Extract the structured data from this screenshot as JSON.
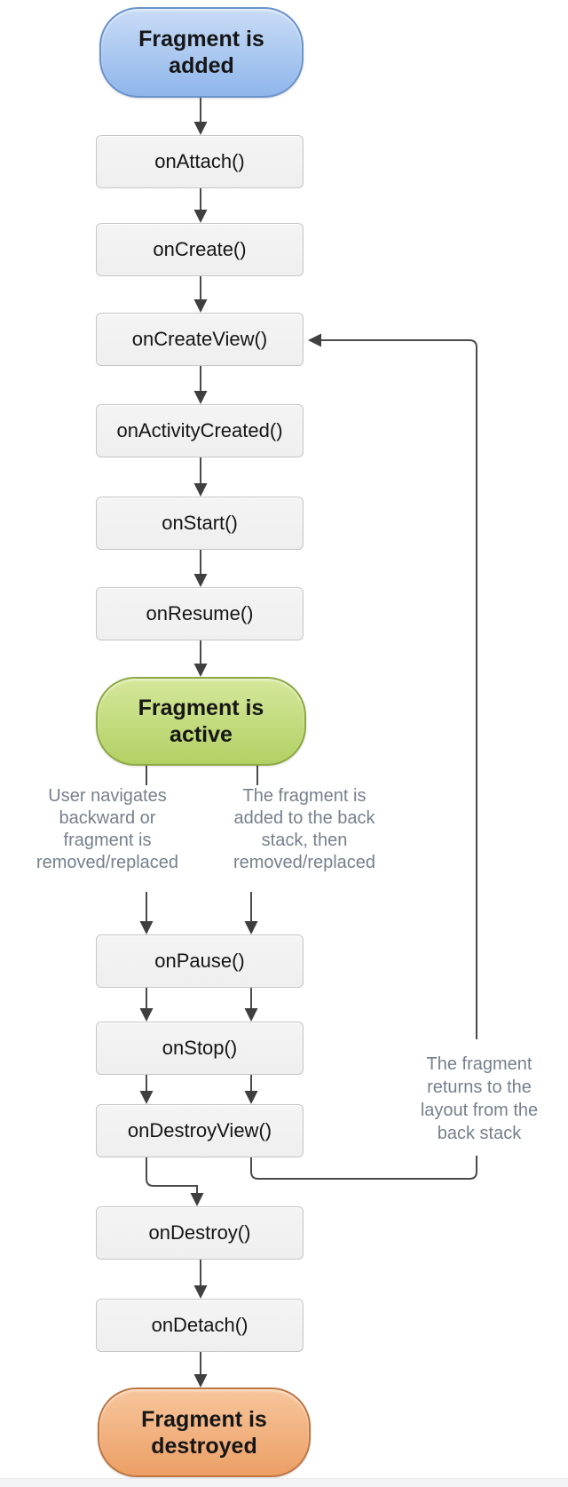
{
  "colors": {
    "line": "#4a4a4a",
    "box_fill": "#f1f1f1",
    "box_border": "#c6c6c6",
    "note_text": "#75808c",
    "added_pill": {
      "fill_top": "#c9dcf6",
      "fill_bottom": "#8fb6eb",
      "border": "#6a92cc"
    },
    "active_pill": {
      "fill_top": "#d5e79b",
      "fill_bottom": "#b2d164",
      "border": "#8da743"
    },
    "destroyed_pill": {
      "fill_top": "#f7c69c",
      "fill_bottom": "#ec9f66",
      "border": "#bd7543"
    }
  },
  "terminals": {
    "added": {
      "label": "Fragment is\nadded"
    },
    "active": {
      "label": "Fragment is\nactive"
    },
    "destroyed": {
      "label": "Fragment is\ndestroyed"
    }
  },
  "steps": {
    "on_attach": "onAttach()",
    "on_create": "onCreate()",
    "on_create_view": "onCreateView()",
    "on_activity_created": "onActivityCreated()",
    "on_start": "onStart()",
    "on_resume": "onResume()",
    "on_pause": "onPause()",
    "on_stop": "onStop()",
    "on_destroy_view": "onDestroyView()",
    "on_destroy": "onDestroy()",
    "on_detach": "onDetach()"
  },
  "notes": {
    "navigate_back": "User navigates\nbackward or\nfragment is\nremoved/replaced",
    "back_stack_add": "The fragment is\nadded to the back\nstack, then\nremoved/replaced",
    "back_stack_return": "The fragment\nreturns to the\nlayout from the\nback stack"
  }
}
